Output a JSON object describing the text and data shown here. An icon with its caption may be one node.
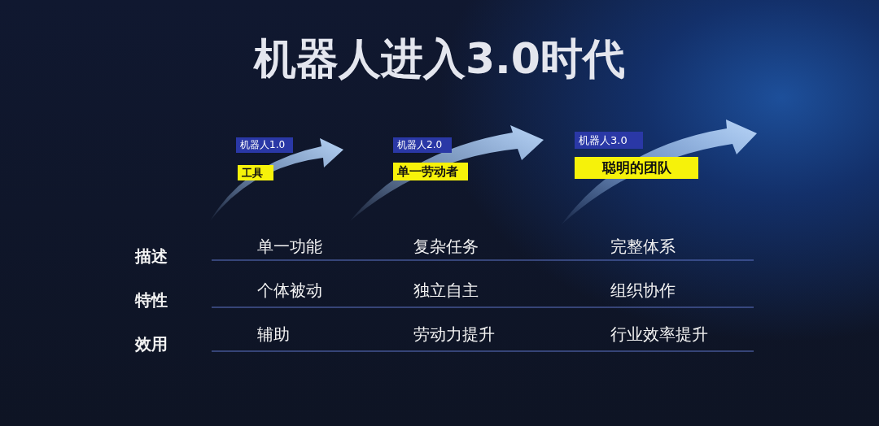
{
  "diagram": {
    "title": "机器人进入3.0时代",
    "nodes": [
      {
        "text": [
          "机器人1.0"
        ]
      },
      {
        "text": [
          "工具"
        ]
      },
      {
        "text": [
          "机器人2.0"
        ]
      },
      {
        "text": [
          "单一劳动者"
        ]
      },
      {
        "text": [
          "机器人3.0"
        ]
      },
      {
        "text": [
          "聪明的团队"
        ]
      }
    ],
    "labels": [
      "描述",
      "单一功能",
      "复杂任务",
      "完整体系",
      "特性",
      "个体被动",
      "独立自主",
      "组织协作",
      "效用",
      "辅助",
      "劳动力提升",
      "行业效率提升"
    ]
  }
}
